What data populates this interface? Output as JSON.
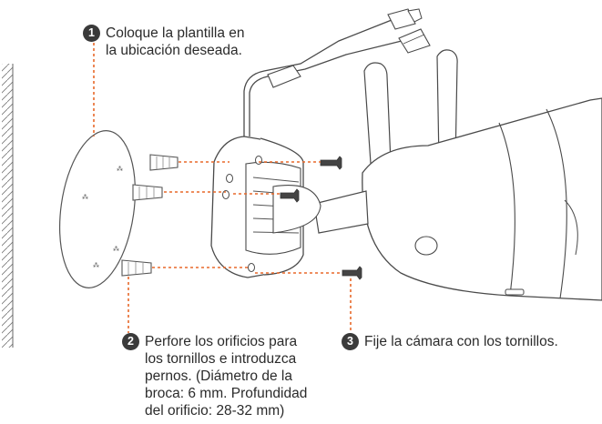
{
  "steps": [
    {
      "number": "1",
      "text": "Coloque la plantilla en\nla ubicación deseada."
    },
    {
      "number": "2",
      "text": "Perfore los orificios para\nlos tornillos e introduzca\npernos. (Diámetro de la\nbroca: 6 mm. Profundidad\ndel orificio: 28-32 mm)"
    },
    {
      "number": "3",
      "text": "Fije la cámara con los tornillos."
    }
  ],
  "colors": {
    "guide_line": "#e8692a",
    "outline": "#4a4a4a",
    "badge": "#3a3a3a"
  }
}
